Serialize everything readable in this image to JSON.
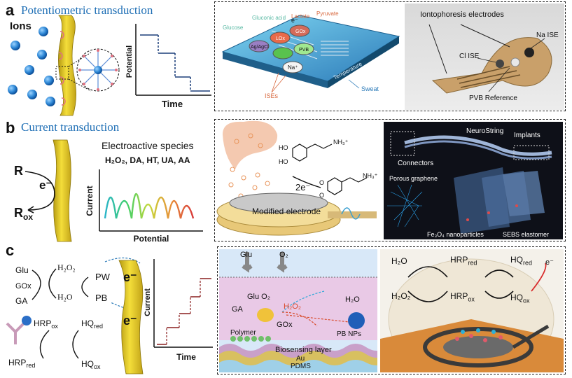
{
  "panel_a": {
    "letter": "a",
    "title": "Potentiometric transduction",
    "ions_label": "Ions",
    "ylabel": "Potential",
    "xlabel": "Time",
    "sensor": {
      "glucose": "Glucose",
      "gluconic": "Gluconic acid",
      "lactate": "Lactate",
      "pyruvate": "Pyruvate",
      "ag": "Ag/AgCl",
      "lox": "LOx",
      "gox": "GOx",
      "pvb": "PVB",
      "na": "Na⁺",
      "electron": "e⁻",
      "isEs": "ISEs",
      "temperature": "Temperature",
      "sweat": "Sweat"
    },
    "photo": {
      "iontophoresis": "Iontophoresis electrodes",
      "na_ise": "Na ISE",
      "cl_ise": "Cl ISE",
      "pvb_ref": "PVB Reference"
    }
  },
  "panel_b": {
    "letter": "b",
    "title": "Current transduction",
    "r_label": "R",
    "e_label": "e⁻",
    "rox_label": "R",
    "rox_sub": "ox",
    "species_title": "Electroactive species",
    "species_list": "H₂O₂, DA, HT, UA, AA",
    "ylabel": "Current",
    "xlabel": "Potential",
    "modified_electrode": "Modified electrode",
    "two_e": "2e⁻",
    "ho_top": "HO",
    "ho_bottom": "HO",
    "nh3_top": "NH₃⁺",
    "nh3_bottom": "NH₃⁺",
    "o_top": "O",
    "o_bottom": "O",
    "neuro": {
      "neurostring": "NeuroString",
      "connectors": "Connectors",
      "implants": "Implants",
      "porous": "Porous graphene",
      "fe3o4": "Fe₃O₄ nanoparticles",
      "sebs": "SEBS elastomer"
    }
  },
  "panel_c": {
    "letter": "c",
    "glu": "Glu",
    "gox": "GOx",
    "ga": "GA",
    "h2o2": "H₂O₂",
    "h2o": "H₂O",
    "pw": "PW",
    "pb": "PB",
    "hrp_ox": "HRP",
    "hrp_ox_sub": "ox",
    "hrp_red": "HRP",
    "hrp_red_sub": "red",
    "hq_red": "HQ",
    "hq_red_sub": "red",
    "hq_ox": "HQ",
    "hq_ox_sub": "ox",
    "e_top": "e⁻",
    "e_bottom": "e⁻",
    "ylabel": "Current",
    "xlabel": "Time",
    "layer": {
      "glu": "Glu",
      "o2": "O₂",
      "glu_o2": "Glu O₂",
      "ga": "GA",
      "h2o2": "H₂O₂",
      "gox": "GOx",
      "h2o": "H₂O",
      "pb_nps": "PB NPs",
      "polymer": "Polymer",
      "biosensing": "Biosensing layer",
      "au": "Au",
      "pdms": "PDMS"
    },
    "right": {
      "h2o": "H₂O",
      "hrp_red": "HRP",
      "hrp_red_sub": "red",
      "hq_red": "HQ",
      "hq_red_sub": "red",
      "h2o2": "H₂O₂",
      "hrp_ox": "HRP",
      "hrp_ox_sub": "ox",
      "hq_ox": "HQ",
      "hq_ox_sub": "ox",
      "electron": "e⁻"
    }
  }
}
